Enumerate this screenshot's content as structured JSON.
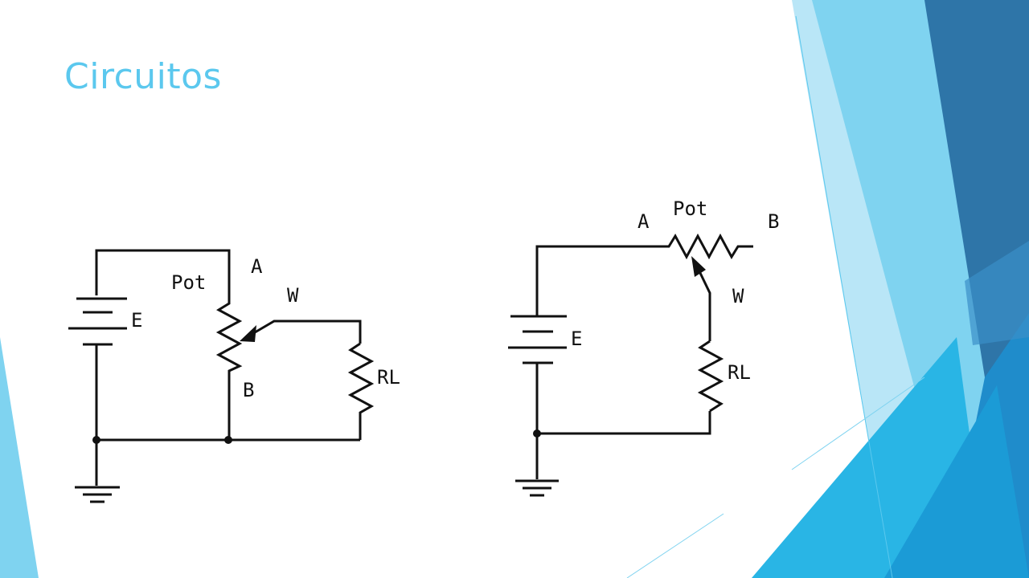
{
  "slide": {
    "title": "Circuitos"
  },
  "theme": {
    "title_color": "#5bc8ee",
    "accent_light": "#7fd3f0",
    "accent_mid": "#29a9df",
    "accent_dark": "#2e75a8"
  },
  "circuit_left": {
    "source_label": "E",
    "pot_label": "Pot",
    "terminal_a": "A",
    "wiper_label": "W",
    "terminal_b": "B",
    "load_label": "RL"
  },
  "circuit_right": {
    "source_label": "E",
    "pot_label": "Pot",
    "terminal_a": "A",
    "terminal_b": "B",
    "wiper_label": "W",
    "load_label": "RL"
  }
}
